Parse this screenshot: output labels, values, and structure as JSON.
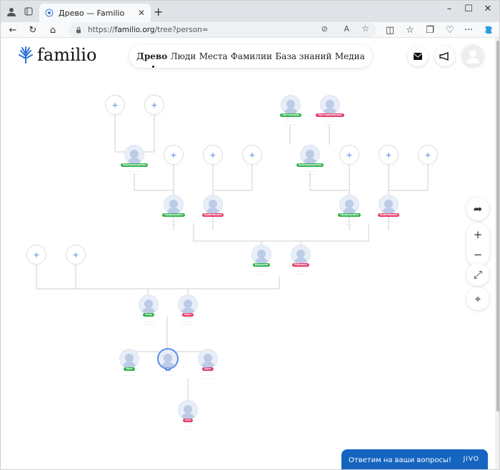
{
  "browser": {
    "tab_title": "Древо — Familio",
    "url_prefix": "https://",
    "url_domain": "familio.org",
    "url_path": "/tree?person="
  },
  "site": {
    "logo_text": "familio",
    "menu": [
      "Древо",
      "Люди",
      "Места",
      "Фамилии",
      "База знаний",
      "Медиа"
    ],
    "chat_text": "Ответим на ваши вопросы!",
    "chat_brand": "JIVO"
  },
  "tree": {
    "pills": {
      "p1": "Пра-прадед",
      "p2": "Пра-прабабушка",
      "p3": "Прапрадедушка",
      "p4": "Прадедушка",
      "p5": "Прабабушка",
      "p6": "Прадедушка",
      "p7": "Прабабушка",
      "p8": "Дедушка",
      "p9": "Бабушка",
      "p10": "Отец",
      "p11": "Мать",
      "p12": "Брат",
      "p13": "Я",
      "p14": "Брат",
      "p15": "Сын"
    }
  }
}
